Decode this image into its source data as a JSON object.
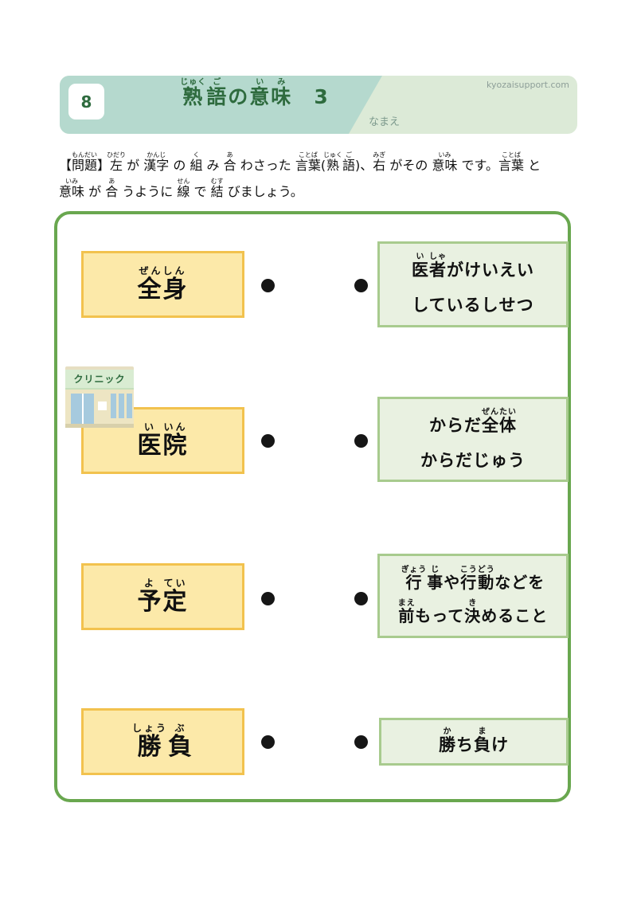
{
  "colors": {
    "header_teal": "#b5d9ce",
    "header_pale_green": "#dcead7",
    "title_green": "#2e6b3e",
    "board_border_green": "#69a74f",
    "word_box_fill": "#fce9a9",
    "word_box_border": "#f2c24e",
    "meaning_box_fill": "#e9f1e1",
    "meaning_box_border": "#a8cb8e",
    "dot_black": "#161616"
  },
  "header": {
    "page_number": "8",
    "title": [
      {
        "t": "熟",
        "r": "じゅく"
      },
      {
        "t": "語",
        "r": "ご"
      },
      {
        "t": "の"
      },
      {
        "t": "意",
        "r": "い"
      },
      {
        "t": "味",
        "r": "み"
      },
      {
        "t": "　3"
      }
    ],
    "site": "kyozaisupport.com",
    "name_label": "なまえ"
  },
  "problem": {
    "line1": [
      {
        "t": "【"
      },
      {
        "t": "問題",
        "r": "もんだい"
      },
      {
        "t": "】"
      },
      {
        "t": "左",
        "r": "ひだり"
      },
      {
        "t": " が "
      },
      {
        "t": "漢字",
        "r": "かんじ"
      },
      {
        "t": " の "
      },
      {
        "t": "組",
        "r": "く"
      },
      {
        "t": " み "
      },
      {
        "t": "合",
        "r": "あ"
      },
      {
        "t": " わさった "
      },
      {
        "t": "言葉",
        "r": "ことば"
      },
      {
        "t": "("
      },
      {
        "t": "熟",
        "r": "じゅく"
      },
      {
        "t": "語",
        "r": "ご"
      },
      {
        "t": ")、"
      },
      {
        "t": "右",
        "r": "みぎ"
      },
      {
        "t": " がその "
      },
      {
        "t": "意味",
        "r": "いみ"
      },
      {
        "t": " です。"
      },
      {
        "t": "言葉",
        "r": "ことば"
      },
      {
        "t": " と"
      }
    ],
    "line2": [
      {
        "t": "意味",
        "r": "いみ"
      },
      {
        "t": " が "
      },
      {
        "t": "合",
        "r": "あ"
      },
      {
        "t": " うように "
      },
      {
        "t": "線",
        "r": "せん"
      },
      {
        "t": " で "
      },
      {
        "t": "結",
        "r": "むす"
      },
      {
        "t": " びましょう。"
      }
    ]
  },
  "board": {
    "rows": [
      {
        "word": [
          {
            "t": "全身",
            "r": "ぜんしん"
          }
        ],
        "meaning": [
          [
            {
              "t": "医",
              "r": "い"
            },
            {
              "t": "者",
              "r": "しゃ"
            },
            {
              "t": "がけいえい"
            }
          ],
          [
            {
              "t": "しているしせつ"
            }
          ]
        ]
      },
      {
        "word": [
          {
            "t": "医",
            "r": "い"
          },
          {
            "t": "院",
            "r": "いん"
          }
        ],
        "meaning": [
          [
            {
              "t": "からだ"
            },
            {
              "t": "全",
              "r": "ぜん"
            },
            {
              "t": "体",
              "r": "たい"
            }
          ],
          [
            {
              "t": "からだじゅう"
            }
          ]
        ]
      },
      {
        "word": [
          {
            "t": "予",
            "r": "よ"
          },
          {
            "t": "定",
            "r": "てい"
          }
        ],
        "meaning": [
          [
            {
              "t": "行",
              "r": "ぎょう"
            },
            {
              "t": "事",
              "r": "じ"
            },
            {
              "t": "や"
            },
            {
              "t": "行",
              "r": "こう"
            },
            {
              "t": "動",
              "r": "どう"
            },
            {
              "t": "などを"
            }
          ],
          [
            {
              "t": "前",
              "r": "まえ"
            },
            {
              "t": "もって"
            },
            {
              "t": "決",
              "r": "き"
            },
            {
              "t": "めること"
            }
          ]
        ]
      },
      {
        "word": [
          {
            "t": "勝",
            "r": "しょう"
          },
          {
            "t": "負",
            "r": "ぶ"
          }
        ],
        "meaning": [
          [
            {
              "t": "勝",
              "r": "か"
            },
            {
              "t": "ち"
            },
            {
              "t": "負",
              "r": "ま"
            },
            {
              "t": "け"
            }
          ]
        ]
      }
    ]
  },
  "clinic": {
    "sign_label": "クリニック"
  }
}
